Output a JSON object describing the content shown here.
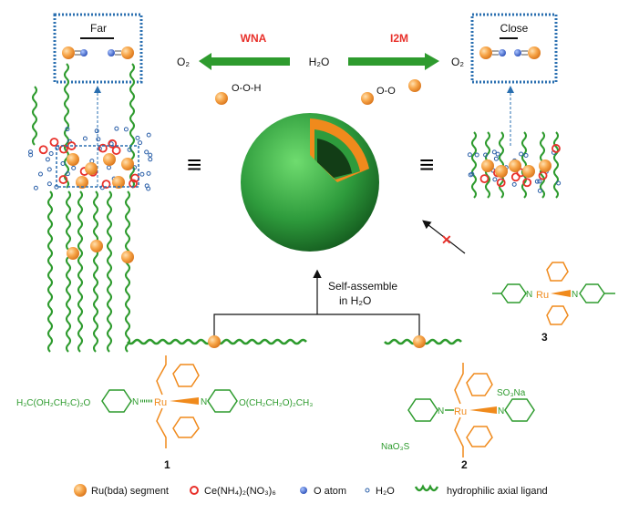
{
  "top": {
    "far_label": "Far",
    "close_label": "Close",
    "wna_label": "WNA",
    "i2m_label": "I2M",
    "h2o": "H₂O",
    "o2_left": "O₂",
    "o2_right": "O₂",
    "wna_intermediate": "O-O-H",
    "i2m_intermediate": "O-O"
  },
  "equivalent_symbol": "≡",
  "self_assemble": {
    "line1": "Self-assemble",
    "line2": "in H₂O"
  },
  "compound1": {
    "left_chain": "H₃C(OH₂CH₂C)₂O",
    "right_chain": "O(CH₂CH₂O)₂CH₃",
    "metal": "Ru",
    "label": "1"
  },
  "compound2": {
    "top_sub": "SO₃Na",
    "bottom_sub": "NaO₃S",
    "metal": "Ru",
    "label": "2"
  },
  "compound3": {
    "metal": "Ru",
    "label": "3"
  },
  "legend": [
    {
      "label": "Ru(bda) segment",
      "icon": "orange-sphere"
    },
    {
      "label": "Ce(NH₄)₂(NO₃)₆",
      "icon": "red-circle"
    },
    {
      "label": "O atom",
      "icon": "blue-sphere"
    },
    {
      "label": "H₂O",
      "icon": "small-blue-circle"
    },
    {
      "label": "hydrophilic axial ligand",
      "icon": "green-wave"
    }
  ],
  "colors": {
    "green": "#2e9b2e",
    "orange": "#f08a1c",
    "red": "#e8302a",
    "blue": "#2a5fa8"
  }
}
